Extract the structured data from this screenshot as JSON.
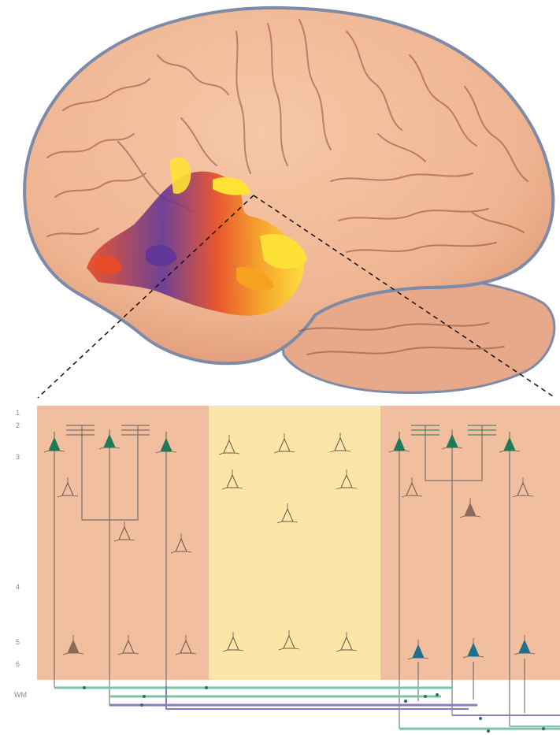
{
  "figure": {
    "layer_labels": [
      "1",
      "2",
      "3",
      "4",
      "5",
      "6",
      "WM"
    ],
    "colors": {
      "background": "#ffffff",
      "brain_tissue": "#efb592",
      "brain_outline": "#7d8aa8",
      "sulcus": "#8a4a35",
      "cerebellum": "#e7a98a",
      "column_region": "#f2bea0",
      "middle_region": "#fbe6a8",
      "white_matter": "#ffffff",
      "neuron_filled_green": "#1f7a5a",
      "neuron_filled_teal": "#1f6f8f",
      "neuron_filled_brown": "#8a6a58",
      "neuron_outline": "#6b5446",
      "axon_green": "#7fc3a3",
      "axon_purple": "#8a7ac0",
      "connector_line": "#5f5f5f",
      "dashed_line": "#111111",
      "activation_gradient": [
        "#ffe431",
        "#f7a11a",
        "#e8461e",
        "#8b2f8f",
        "#5a2f96"
      ]
    },
    "icons": {
      "pyramidal_neuron_filled": "pyramidal-neuron-filled-icon",
      "pyramidal_neuron_outline": "pyramidal-neuron-outline-icon"
    }
  }
}
